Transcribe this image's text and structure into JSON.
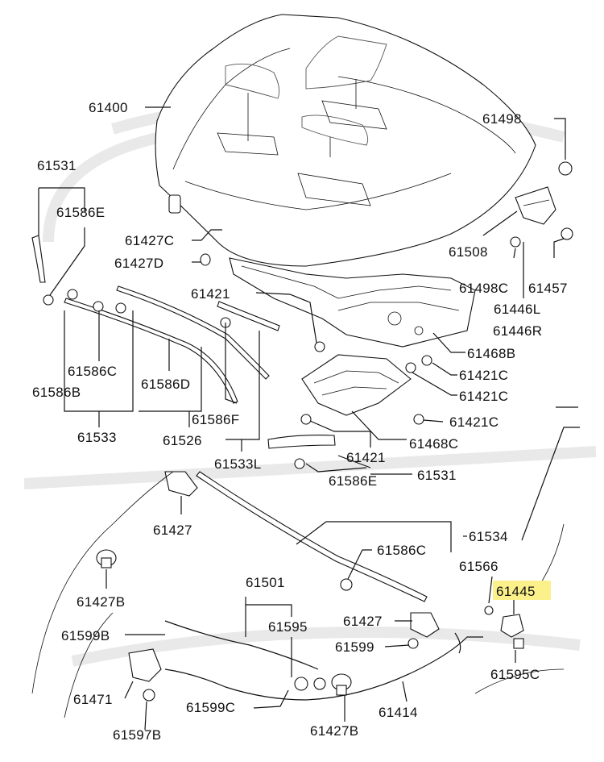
{
  "diagram": {
    "highlight_color": "#fbf08a",
    "labels": {
      "p61400": "61400",
      "p61498": "61498",
      "p61531_top": "61531",
      "p61586E_top": "61586E",
      "p61427C": "61427C",
      "p61427D": "61427D",
      "p61508": "61508",
      "p61498C": "61498C",
      "p61457": "61457",
      "p61446L": "61446L",
      "p61446R": "61446R",
      "p61421_top": "61421",
      "p61468B": "61468B",
      "p61421C_1": "61421C",
      "p61421C_2": "61421C",
      "p61421C_3": "61421C",
      "p61586C_left": "61586C",
      "p61586B": "61586B",
      "p61586D": "61586D",
      "p61586F": "61586F",
      "p61533": "61533",
      "p61526": "61526",
      "p61533L": "61533L",
      "p61468C": "61468C",
      "p61421_mid": "61421",
      "p61531_mid": "61531",
      "p61586E_mid": "61586E",
      "p61427": "61427",
      "p61534": "61534",
      "p61586C_right": "61586C",
      "p61566": "61566",
      "p61445": "61445",
      "p61427B_left": "61427B",
      "p61501": "61501",
      "p61595": "61595",
      "p61427_low": "61427",
      "p61599B": "61599B",
      "p61599": "61599",
      "p61595C": "61595C",
      "p61471": "61471",
      "p61599C": "61599C",
      "p61414": "61414",
      "p61597B": "61597B",
      "p61427B_bottom": "61427B"
    }
  }
}
